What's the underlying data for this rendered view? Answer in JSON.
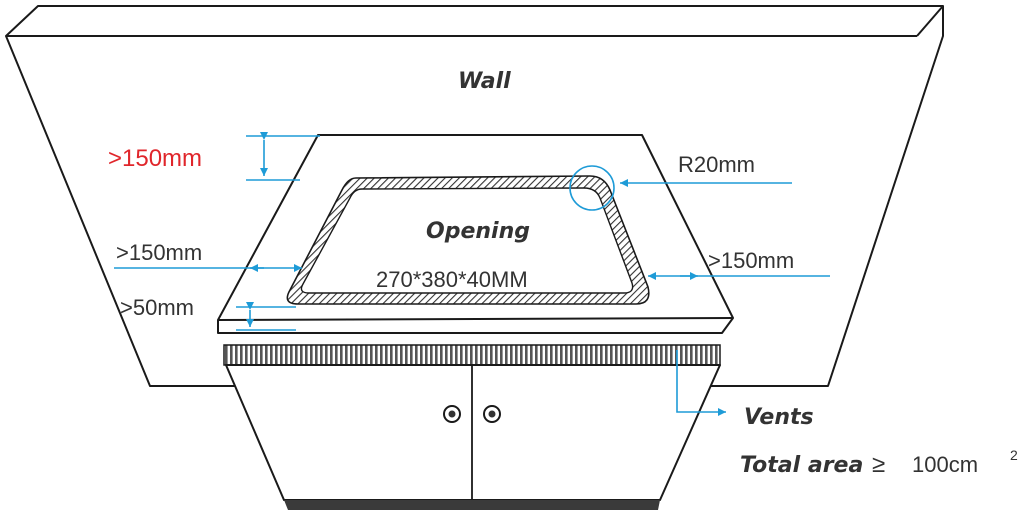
{
  "labels": {
    "wall": "Wall",
    "opening": "Opening",
    "opening_size": "270*380*40MM",
    "radius": "R20mm",
    "top_clearance": ">150mm",
    "left_clearance": ">150mm",
    "right_clearance": ">150mm",
    "front_clearance": ">50mm",
    "vents": "Vents",
    "total_area_label": "Total area",
    "total_area_symbol": "≥",
    "total_area_value": "100cm",
    "total_area_exponent": "2"
  },
  "colors": {
    "outline": "#1a1a1a",
    "dimension": "#1e9bd7",
    "highlight": "#e0262b",
    "text": "#333333",
    "vent_fill": "#555555",
    "plinth": "#3a3a3a"
  }
}
